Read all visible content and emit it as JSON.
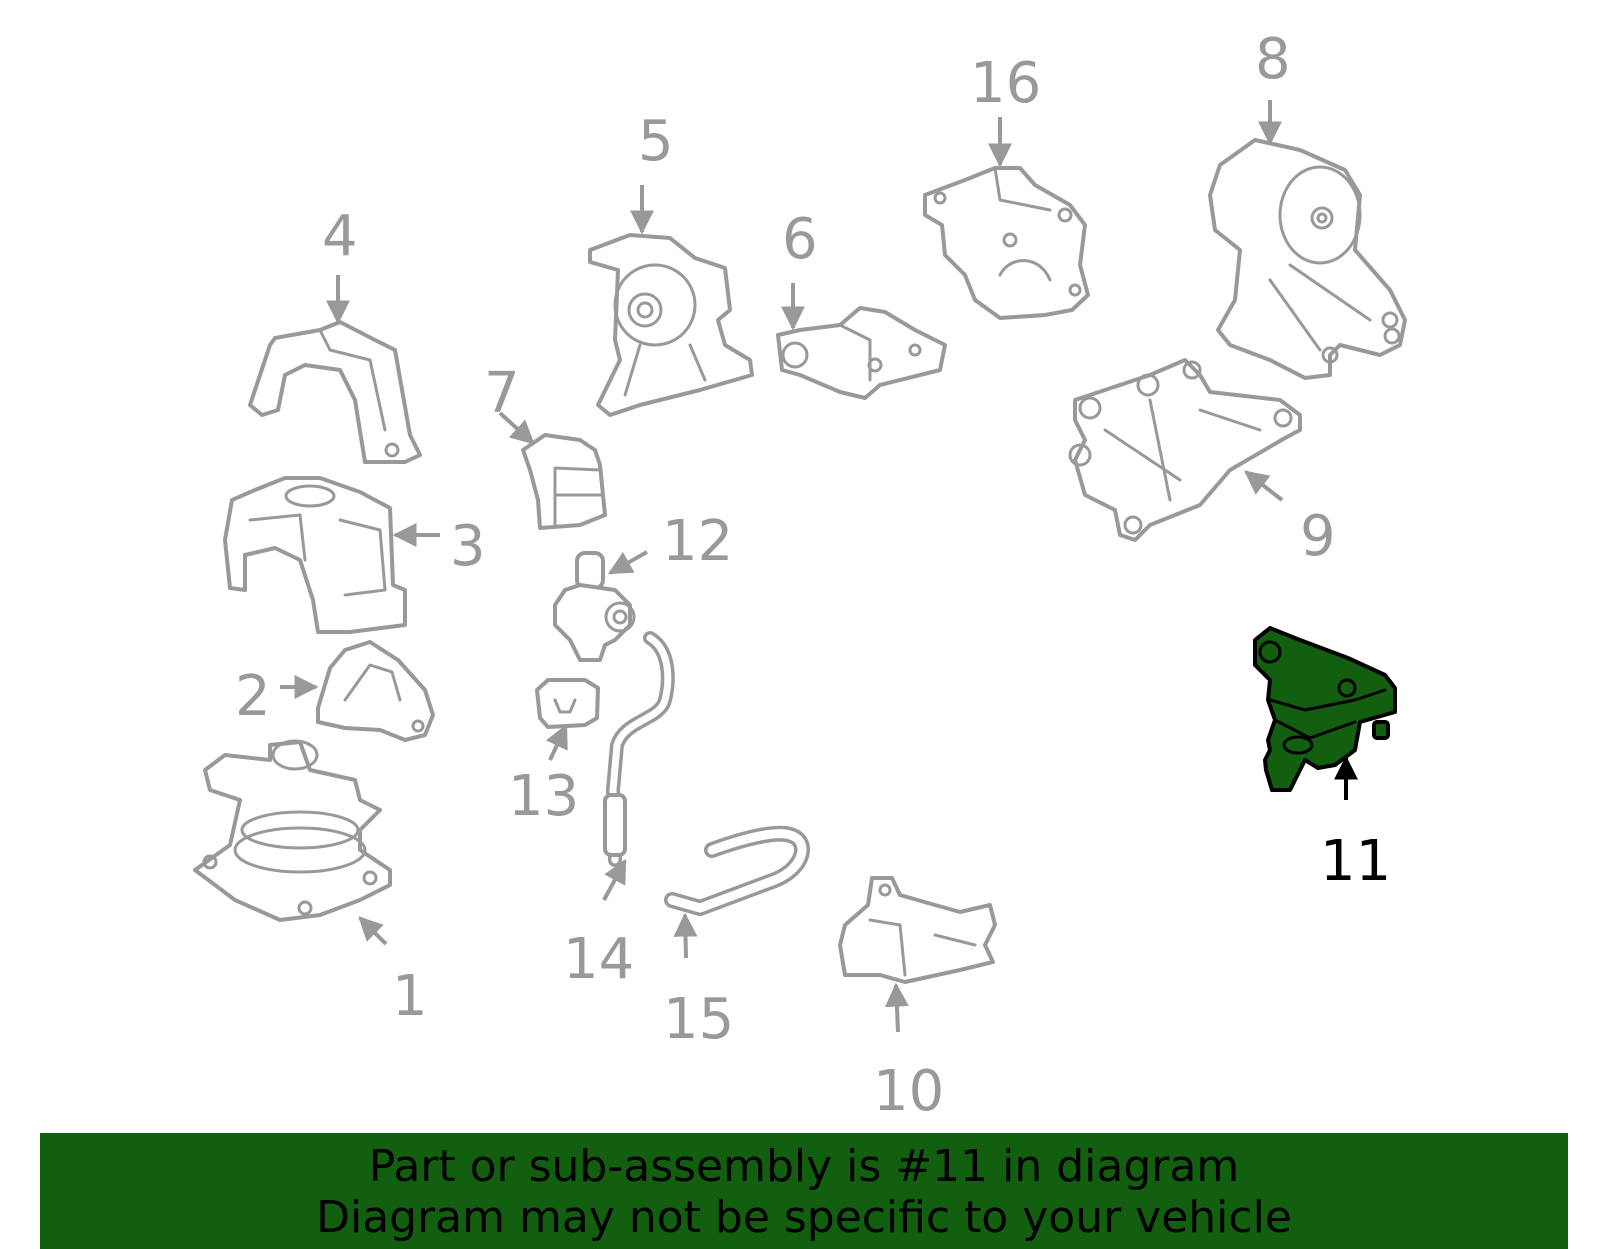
{
  "colors": {
    "background": "#ffffff",
    "part_outline": "#999999",
    "highlight_fill": "#125f10",
    "highlight_outline": "#000000",
    "banner_fill": "#125f10",
    "banner_text": "#000000"
  },
  "callouts": {
    "c1": "1",
    "c2": "2",
    "c3": "3",
    "c4": "4",
    "c5": "5",
    "c6": "6",
    "c7": "7",
    "c8": "8",
    "c9": "9",
    "c10": "10",
    "c11": "11",
    "c12": "12",
    "c13": "13",
    "c14": "14",
    "c15": "15",
    "c16": "16"
  },
  "highlighted_part": "11",
  "banner": {
    "line1": "Part or sub-assembly is #11 in diagram",
    "line2": "Diagram may not be specific to your vehicle"
  }
}
